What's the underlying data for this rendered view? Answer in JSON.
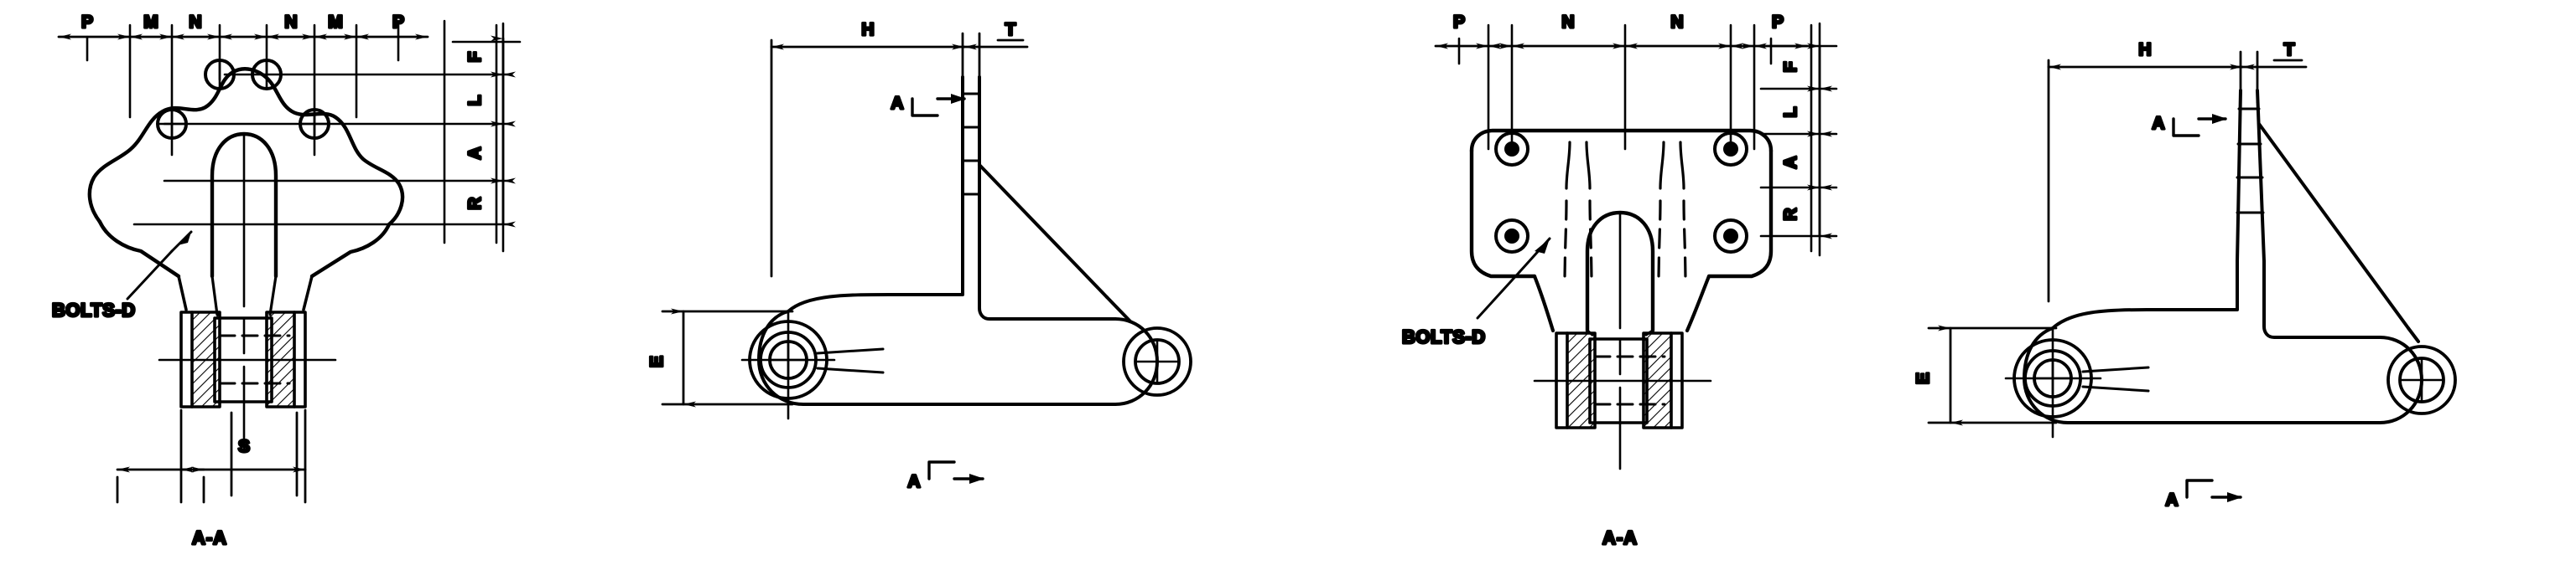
{
  "drawing": {
    "title": "Roller bracket / hinge engineering drawing",
    "line_color": "#000000",
    "background_color": "#ffffff",
    "figures": [
      {
        "id": "fig1",
        "name": "variant-a-section-view",
        "view_title": "A-A",
        "callout": "BOLTS-D",
        "horizontal_dimensions": [
          "P",
          "M",
          "N",
          "N",
          "M",
          "P"
        ],
        "vertical_dimensions": [
          "F",
          "L",
          "A",
          "R"
        ],
        "width_dimension": "S"
      },
      {
        "id": "fig2",
        "name": "variant-a-side-view",
        "horizontal_dimensions": [
          "H",
          "T"
        ],
        "vertical_dimensions": [
          "E"
        ],
        "section_marker_top": "A",
        "section_marker_bottom": "A"
      },
      {
        "id": "fig3",
        "name": "variant-b-section-view",
        "view_title": "A-A",
        "callout": "BOLTS-D",
        "horizontal_dimensions": [
          "P",
          "N",
          "N",
          "P"
        ],
        "vertical_dimensions": [
          "F",
          "L",
          "A",
          "R"
        ]
      },
      {
        "id": "fig4",
        "name": "variant-b-side-view",
        "horizontal_dimensions": [
          "H",
          "T"
        ],
        "vertical_dimensions": [
          "E"
        ],
        "section_marker_top": "A",
        "section_marker_bottom": "A"
      }
    ],
    "labels": {
      "P": "P",
      "M": "M",
      "N": "N",
      "F": "F",
      "L": "L",
      "A": "A",
      "R": "R",
      "S": "S",
      "H": "H",
      "T": "T",
      "E": "E",
      "bolts": "BOLTS-D",
      "section": "A-A",
      "marker": "A"
    }
  }
}
